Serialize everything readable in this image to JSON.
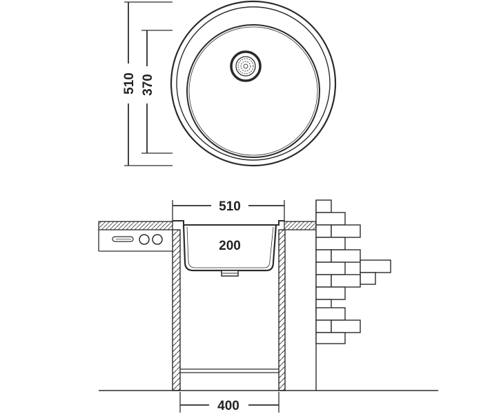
{
  "plan_view": {
    "outer_diameter": "510",
    "bowl_diameter": "370"
  },
  "section_view": {
    "top_width": "510",
    "bowl_depth": "200",
    "cabinet_width": "400"
  },
  "colors": {
    "line": "#2a2a2a",
    "hatch": "#555555",
    "background": "#ffffff"
  }
}
